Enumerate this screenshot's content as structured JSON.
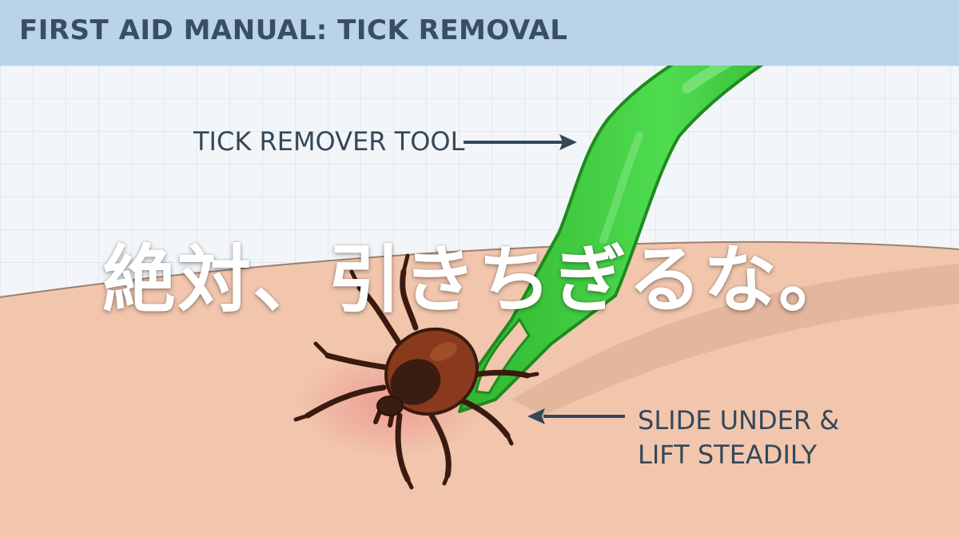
{
  "header": {
    "title": "FIRST AID MANUAL: TICK REMOVAL"
  },
  "labels": {
    "tool": "TICK REMOVER TOOL",
    "slide_line1": "SLIDE UNDER &",
    "slide_line2": "LIFT STEADILY"
  },
  "caption": "絶対、引きちぎるな。",
  "colors": {
    "header_bg": "#b9d3ea",
    "grid_bg": "#f3f6f9",
    "grid_line": "#d4e0ea",
    "skin": "#f2c6ad",
    "tool_green": "#3fcf3f",
    "tick_body": "#8a3a1c",
    "label_text": "#34485a",
    "caption_text": "#ffffff"
  },
  "icons": [
    "tick-icon",
    "tick-remover-tool-icon",
    "arrow-right-icon",
    "arrow-left-icon"
  ]
}
